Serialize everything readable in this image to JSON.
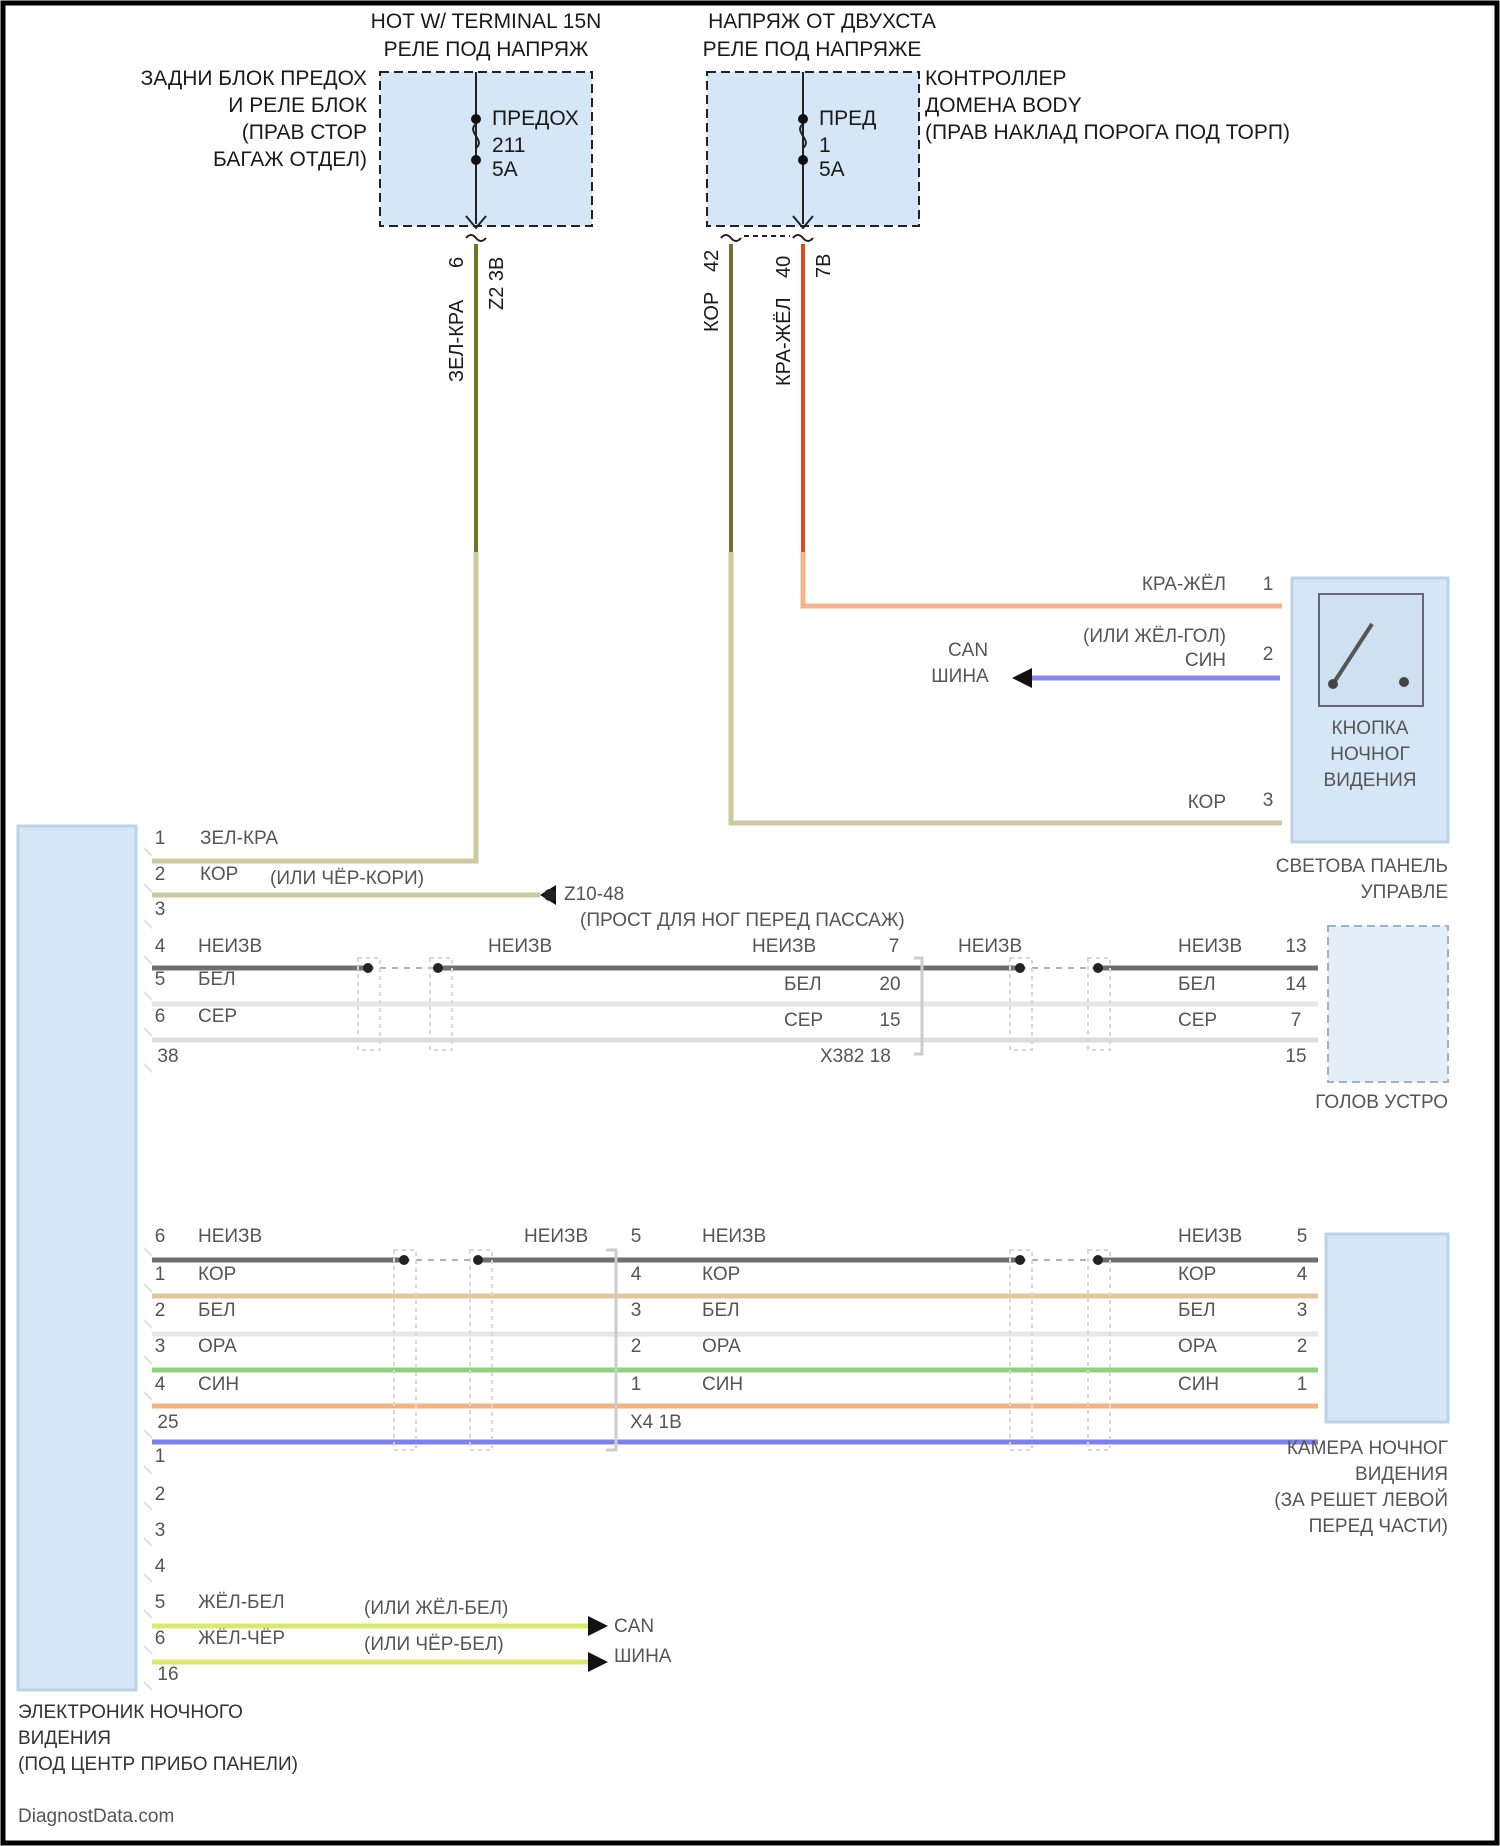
{
  "colors": {
    "frame": "#000000",
    "box_fill": "#d5e6f6",
    "box_border": "#222222",
    "wire_green_red": "#6b7a26",
    "wire_brown": "#7a6d2a",
    "wire_red_yellow": "#d94a1e",
    "wire_khaki": "#cdcaa0",
    "wire_orange": "#f3b48e",
    "wire_blue": "#8587ec",
    "wire_dark": "#6e6e6e",
    "wire_white": "#e6e6e6",
    "wire_grey": "#d8d8d8",
    "wire_tan": "#e2c79a",
    "wire_green": "#8fd27a",
    "wire_orange2": "#f6b27e",
    "wire_blue2": "#7d7ff0",
    "wire_yellow": "#dce86a"
  },
  "top_left_fuse": {
    "header_line1": "HOT W/ TERMINAL 15N",
    "header_line2": "РЕЛЕ ПОД НАПРЯЖ",
    "location": [
      "ЗАДНИ БЛОК ПРЕДОХ",
      "И РЕЛЕ БЛОК",
      "(ПРАВ СТОР",
      "БАГАЖ ОТДЕЛ)"
    ],
    "fuse_label": "ПРЕДОХ",
    "fuse_number": "211",
    "fuse_rating": "5A",
    "pin": "6",
    "connector": "Z2 3B",
    "wire_color_label": "ЗЕЛ-КРА"
  },
  "top_right_module": {
    "header_line1": "НАПРЯЖ ОТ ДВУХСТА",
    "header_line2": "РЕЛЕ ПОД НАПРЯЖЕ",
    "name": [
      "КОНТРОЛЛЕР",
      "ДОМЕНА BODY",
      "(ПРАВ НАКЛАД ПОРОГА ПОД ТОРП)"
    ],
    "fuse_label": "ПРЕД",
    "fuse_number": "1",
    "fuse_rating": "5A",
    "pin_left": "42",
    "wire_left_label": "КОР",
    "pin_right": "40",
    "connector_right": "7B",
    "wire_right_label": "КРА-ЖЁЛ"
  },
  "switch_panel": {
    "wires": [
      "КРА-ЖЁЛ",
      "(ИЛИ ЖЁЛ-ГОЛ)",
      "СИН",
      "КОР"
    ],
    "pins": [
      "1",
      "2",
      "3"
    ],
    "can_label": [
      "CAN",
      "ШИНА"
    ],
    "switch_name": [
      "КНОПКА",
      "НОЧНОГ",
      "ВИДЕНИЯ"
    ],
    "panel_name": [
      "СВЕТОВА ПАНЕЛЬ",
      "УПРАВЛЕ"
    ]
  },
  "ecu": {
    "name": [
      "ЭЛЕКТРОНИК НОЧНОГО",
      "ВИДЕНИЯ",
      "(ПОД ЦЕНТР ПРИБО ПАНЕЛИ)"
    ],
    "group1": {
      "pins": [
        "1",
        "2",
        "3"
      ],
      "wires": [
        "ЗЕЛ-КРА",
        "КОР"
      ],
      "alt": "(ИЛИ ЧЁР-КОРИ)",
      "ground": "Z10-48",
      "ground_note": "(ПРОСТ ДЛЯ НОГ ПЕРЕД ПАССАЖ)"
    },
    "group2": {
      "pins": [
        "4",
        "5",
        "6",
        "38"
      ],
      "wires": [
        "НЕИЗВ",
        "БЕЛ",
        "СЕР"
      ],
      "mid_label": "НЕИЗВ",
      "mid_wires": [
        "НЕИЗВ",
        "БЕЛ",
        "СЕР"
      ],
      "mid_pins": [
        "7",
        "20",
        "15"
      ],
      "connector": "X382 18",
      "right_wire": "НЕИЗВ",
      "device_pins": [
        "13",
        "14",
        "7",
        "15"
      ],
      "device_wires": [
        "НЕИЗВ",
        "БЕЛ",
        "СЕР"
      ],
      "device_name": "ГОЛОВ УСТРО"
    },
    "group3": {
      "pins": [
        "6",
        "1",
        "2",
        "3",
        "4",
        "25"
      ],
      "wires": [
        "НЕИЗВ",
        "КОР",
        "БЕЛ",
        "ОРА",
        "СИН"
      ],
      "mid_label_left": "НЕИЗВ",
      "mid_pin_top": "5",
      "mid_pins": [
        "4",
        "3",
        "2",
        "1"
      ],
      "mid_wires": [
        "НЕИЗВ",
        "КОР",
        "БЕЛ",
        "ОРА",
        "СИН"
      ],
      "connector": "X4 1B",
      "device_pins": [
        "5",
        "4",
        "3",
        "2",
        "1"
      ],
      "device_wires": [
        "НЕИЗВ",
        "КОР",
        "БЕЛ",
        "ОРА",
        "СИН"
      ],
      "device_name": [
        "КАМЕРА НОЧНОГ",
        "ВИДЕНИЯ",
        "(ЗА РЕШЕТ ЛЕВОЙ",
        "ПЕРЕД ЧАСТИ)"
      ]
    },
    "group4": {
      "pins": [
        "1",
        "2",
        "3",
        "4",
        "5",
        "6",
        "16"
      ],
      "wires": [
        "ЖЁЛ-БЕЛ",
        "ЖЁЛ-ЧЁР"
      ],
      "alts": [
        "(ИЛИ ЖЁЛ-БЕЛ)",
        "(ИЛИ ЧЁР-БЕЛ)"
      ],
      "can_label": [
        "CAN",
        "ШИНА"
      ]
    }
  },
  "footer": "DiagnostData.com"
}
